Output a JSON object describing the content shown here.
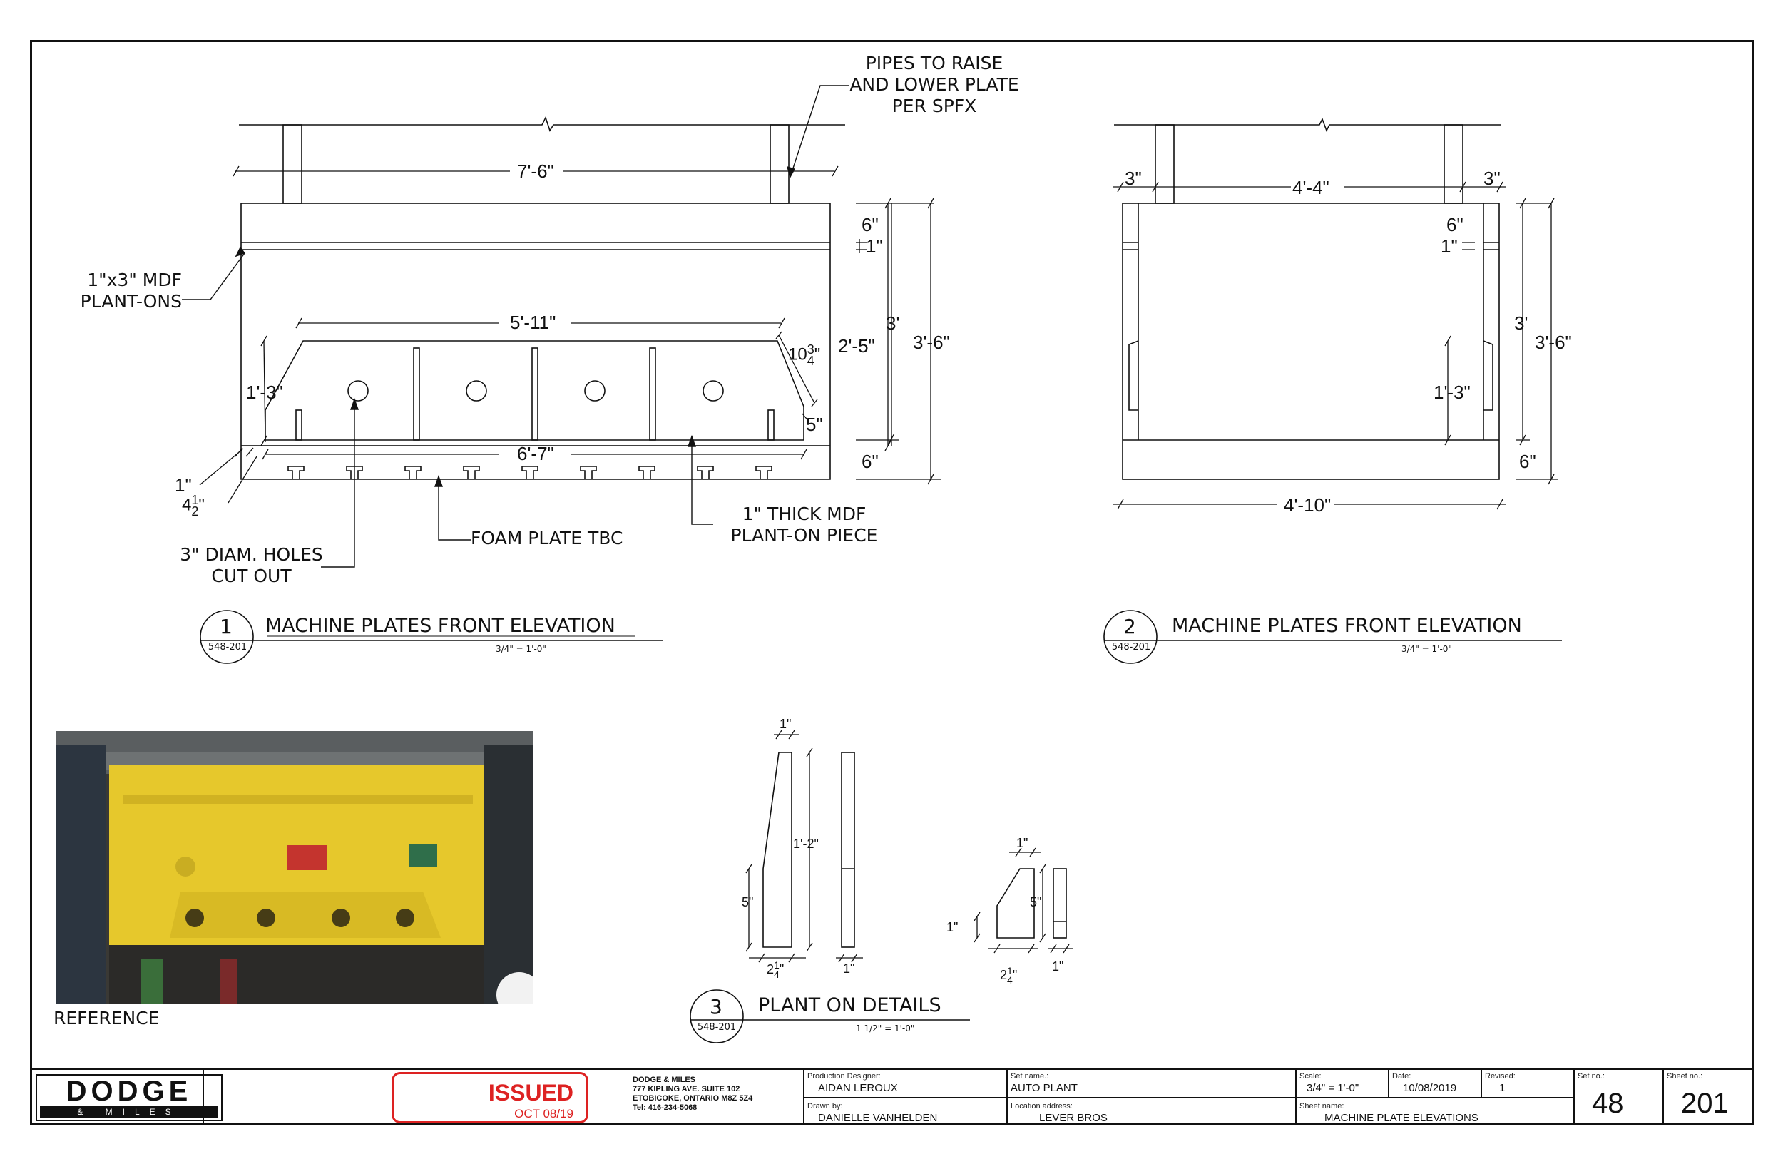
{
  "colors": {
    "line": "#111111",
    "stamp": "#dd2222",
    "plate_yellow": "#e6c82c"
  },
  "drawing1": {
    "number": "1",
    "ref": "548-201",
    "title": "MACHINE PLATES FRONT ELEVATION",
    "scale": "3/4\" = 1'-0\"",
    "dims": {
      "overall_width": "7'-6\"",
      "inner_top": "5'-11\"",
      "bottom_width": "6'-7\"",
      "d6_top": "6\"",
      "d1": "1\"",
      "d3": "3'",
      "d2_5": "2'-5\"",
      "d3_6": "3'-6\"",
      "d10_whole": "10",
      "d10_num": "3",
      "d10_den": "4",
      "d10_unit": "\"",
      "d5": "5\"",
      "d6_bottom": "6\"",
      "d1_3": "1'-3\"",
      "d1_left": "1\"",
      "d4_whole": "4",
      "d4_num": "1",
      "d4_den": "2",
      "d4_unit": "\""
    },
    "notes": {
      "pipes": [
        "PIPES TO RAISE",
        "AND LOWER PLATE",
        "PER SPFX"
      ],
      "mdf_plantons": [
        "1\"x3\" MDF",
        "PLANT-ONS"
      ],
      "holes": [
        "3\" DIAM. HOLES",
        "CUT OUT"
      ],
      "foam": "FOAM PLATE TBC",
      "mdf_piece": [
        "1\" THICK MDF",
        "PLANT-ON PIECE"
      ]
    }
  },
  "drawing2": {
    "number": "2",
    "ref": "548-201",
    "title": "MACHINE PLATES FRONT ELEVATION",
    "scale": "3/4\" = 1'-0\"",
    "dims": {
      "left3": "3\"",
      "top_width": "4'-4\"",
      "right3": "3\"",
      "d6": "6\"",
      "d1": "1\"",
      "d3": "3'",
      "d3_6": "3'-6\"",
      "d1_3": "1'-3\"",
      "d6_bottom": "6\"",
      "bottom_width": "4'-10\""
    }
  },
  "drawing3": {
    "number": "3",
    "ref": "548-201",
    "title": "PLANT ON DETAILS",
    "scale": "1 1/2\" = 1'-0\"",
    "dims": {
      "a_top": "1\"",
      "a_height": "1'-2\"",
      "a_5": "5\"",
      "a_w_whole": "2",
      "a_w_num": "1",
      "a_w_den": "4",
      "a_w_unit": "\"",
      "a_thick": "1\"",
      "b_top": "1\"",
      "b_5": "5\"",
      "b_1": "1\"",
      "b_w_whole": "2",
      "b_w_num": "1",
      "b_w_den": "4",
      "b_w_unit": "\"",
      "b_thick": "1\""
    }
  },
  "reference": {
    "label": "REFERENCE"
  },
  "title_block": {
    "logo_top": "DODGE",
    "logo_bottom": "& MILES",
    "stamp_status": "ISSUED",
    "stamp_date": "OCT 08/19",
    "address": [
      "DODGE & MILES",
      "777 KIPLING AVE. SUITE 102",
      "ETOBICOKE, ONTARIO M8Z 5Z4",
      "Tel: 416-234-5068"
    ],
    "production_designer_label": "Production Designer:",
    "production_designer": "AIDAN LEROUX",
    "drawn_by_label": "Drawn by:",
    "drawn_by": "DANIELLE VANHELDEN",
    "set_name_label": "Set name.:",
    "set_name": "AUTO PLANT",
    "location_label": "Location address:",
    "location": "LEVER BROS",
    "scale_label": "Scale:",
    "scale": "3/4\" = 1'-0\"",
    "date_label": "Date:",
    "date": "10/08/2019",
    "revised_label": "Revised:",
    "revised": "1",
    "sheet_name_label": "Sheet name:",
    "sheet_name": "MACHINE PLATE ELEVATIONS",
    "set_no_label": "Set no.:",
    "set_no": "48",
    "sheet_no_label": "Sheet no.:",
    "sheet_no": "201"
  }
}
